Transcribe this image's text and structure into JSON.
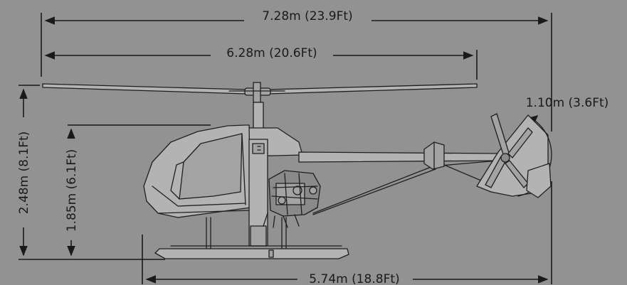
{
  "dimensions": {
    "overall_length": "7.28m (23.9Ft)",
    "rotor_diameter": "6.28m (20.6Ft)",
    "tail_rotor_diameter": "1.10m (3.6Ft)",
    "overall_height": "2.48m (8.1Ft)",
    "cabin_height": "1.85m (6.1Ft)",
    "fuselage_length": "5.74m (18.8Ft)"
  },
  "colors": {
    "background": "#929292",
    "ink": "#1a1a1a",
    "body_fill": "#b3b3b3"
  }
}
